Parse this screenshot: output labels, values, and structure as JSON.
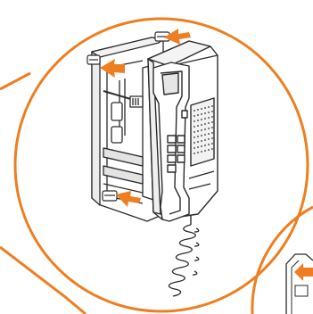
{
  "figure": {
    "accent_color": "#EE7E1F",
    "line_color": "#2b2b2b",
    "fill_color": "#ffffff",
    "shade_color": "#d9d9d9",
    "components": [
      "wall-bracket",
      "intercom-handset",
      "coiled-cord",
      "mounting-arrows",
      "detail-circle",
      "callout-lines"
    ]
  }
}
